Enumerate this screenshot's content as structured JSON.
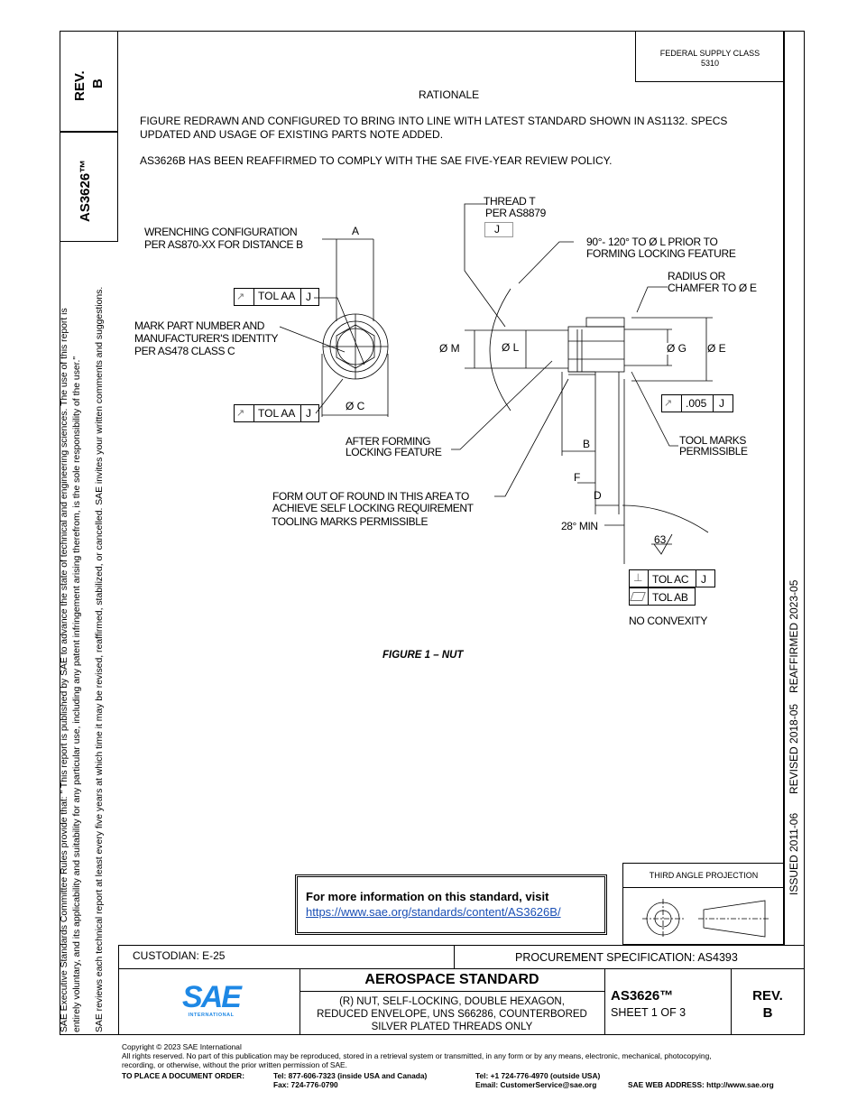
{
  "header": {
    "rev_label": "REV.",
    "rev_value": "B",
    "doc_id": "AS3626™",
    "federal_supply_line1": "FEDERAL SUPPLY CLASS",
    "federal_supply_line2": "5310"
  },
  "rationale": {
    "title": "RATIONALE",
    "para1_line1": "FIGURE REDRAWN AND CONFIGURED TO BRING INTO LINE WITH LATEST STANDARD SHOWN IN AS1132. SPECS",
    "para1_line2": "UPDATED AND USAGE OF EXISTING PARTS NOTE ADDED.",
    "para2": "AS3626B HAS BEEN REAFFIRMED TO COMPLY WITH THE SAE FIVE-YEAR REVIEW POLICY."
  },
  "side_notice": {
    "line1": "SAE Executive Standards Committee Rules provide that: \"  This report is published by SAE to advance the state of technical and engineering sciences. The use of this report is",
    "line2": "entirely voluntary, and its applicability and suitability for any particular use, including any patent infringement arising therefrom, is the sole responsibility of the user.\"",
    "line3": "SAE reviews each technical report at least every five years at which time it may be revised, reaffirmed, stabilized, or cancelled. SAE invites your written comments and suggestions."
  },
  "right_strip": {
    "issued": "ISSUED 2011-06",
    "revised": "REVISED 2018-05",
    "reaffirmed": "REAFFIRMED 2023-05"
  },
  "drawing": {
    "thread_t": "THREAD T",
    "per_as8879": "PER AS8879",
    "datum_j": "J",
    "angle_note_1": "90°- 120° TO Ø L PRIOR TO",
    "angle_note_2": "FORMING LOCKING FEATURE",
    "radius_1": "RADIUS OR",
    "radius_2": "CHAMFER TO Ø E",
    "wrench_1": "WRENCHING CONFIGURATION",
    "wrench_2": "PER AS870-XX FOR DISTANCE B",
    "dim_a": "A",
    "tol_aa": "TOL AA",
    "mark_1": "MARK PART NUMBER AND",
    "mark_2": "MANUFACTURER'S IDENTITY",
    "mark_3": "PER AS478 CLASS C",
    "dim_m": "Ø M",
    "dim_l": "Ø L",
    "dim_g": "Ø G",
    "dim_e": "Ø E",
    "dim_c": "Ø C",
    "tol_005": ".005",
    "after_1": "AFTER FORMING",
    "after_2": "LOCKING FEATURE",
    "dim_b": "B",
    "tool_1": "TOOL MARKS",
    "tool_2": "PERMISSIBLE",
    "dim_f": "F",
    "dim_d": "D",
    "form_1": "FORM OUT OF ROUND IN THIS AREA TO",
    "form_2": "ACHIEVE SELF LOCKING REQUIREMENT",
    "form_3": "TOOLING MARKS PERMISSIBLE",
    "min_28": "28° MIN",
    "finish_63": "63",
    "tol_ac": "TOL AC",
    "tol_ab": "TOL AB",
    "no_convexity": "NO CONVEXITY",
    "caption": "FIGURE 1 – NUT"
  },
  "info_box": {
    "heading": "For more information on this standard, visit",
    "link": "https://www.sae.org/standards/content/AS3626B/"
  },
  "projection": {
    "label": "THIRD ANGLE PROJECTION"
  },
  "title_block": {
    "custodian": "CUSTODIAN: E-25",
    "procurement": "PROCUREMENT SPECIFICATION: AS4393",
    "logo_text": "SAE",
    "logo_sub": "INTERNATIONAL",
    "standard_title": "AEROSPACE STANDARD",
    "desc_1": "(R) NUT, SELF-LOCKING, DOUBLE HEXAGON,",
    "desc_2": "REDUCED ENVELOPE, UNS S66286, COUNTERBORED",
    "desc_3": "SILVER PLATED THREADS ONLY",
    "doc_number": "AS3626™",
    "sheet": "SHEET 1 OF 3",
    "rev_label": "REV.",
    "rev_value": "B"
  },
  "footer": {
    "copyright": "Copyright © 2023 SAE International",
    "rights_1": "All rights reserved. No part of this publication may be reproduced, stored in a retrieval system or transmitted, in any form or by any means, electronic, mechanical, photocopying,",
    "rights_2": "recording, or otherwise, without the prior written permission of SAE.",
    "order_label": "TO PLACE A DOCUMENT ORDER:",
    "tel_usa": "Tel: 877-606-7323 (inside USA and Canada)",
    "fax": "Fax: 724-776-0790",
    "tel_outside": "Tel: +1 724-776-4970 (outside USA)",
    "email": "Email: CustomerService@sae.org",
    "web": "SAE WEB ADDRESS: http://www.sae.org"
  }
}
